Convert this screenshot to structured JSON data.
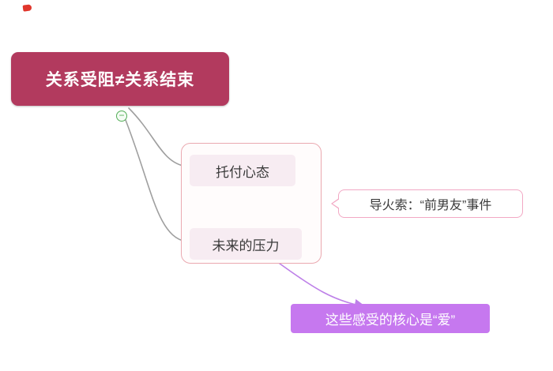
{
  "root_topic": {
    "label": "关系受阻≠关系结束",
    "bg_color": "#b23a5e",
    "text_color": "#ffffff"
  },
  "collapse_button": {
    "symbol": "−",
    "color": "#53ae57"
  },
  "subtopics": [
    {
      "label": "托付心态",
      "bg_color": "#f7ecf2"
    },
    {
      "label": "未来的压力",
      "bg_color": "#f7ecf2"
    }
  ],
  "callout": {
    "label": "导火索：“前男友”事件",
    "border_color": "#f2a8c4"
  },
  "floating_topic": {
    "label": "这些感受的核心是“爱”",
    "bg_color": "#c678ef",
    "text_color": "#ffffff"
  },
  "connector_colors": {
    "branch_line": "#9f9f9f",
    "arrow_line": "#bd80e8"
  }
}
